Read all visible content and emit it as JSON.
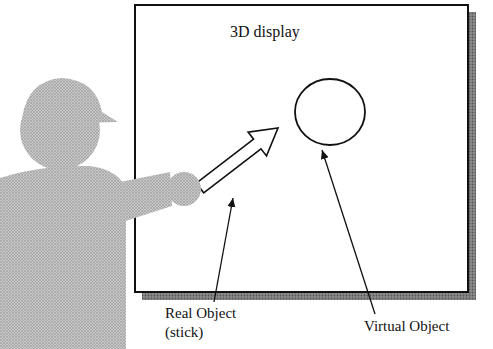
{
  "diagram": {
    "nodes": [
      {
        "text": [
          "3D display"
        ]
      }
    ],
    "labels": [
      "Real Object (stick)",
      "Virtual Object"
    ]
  }
}
